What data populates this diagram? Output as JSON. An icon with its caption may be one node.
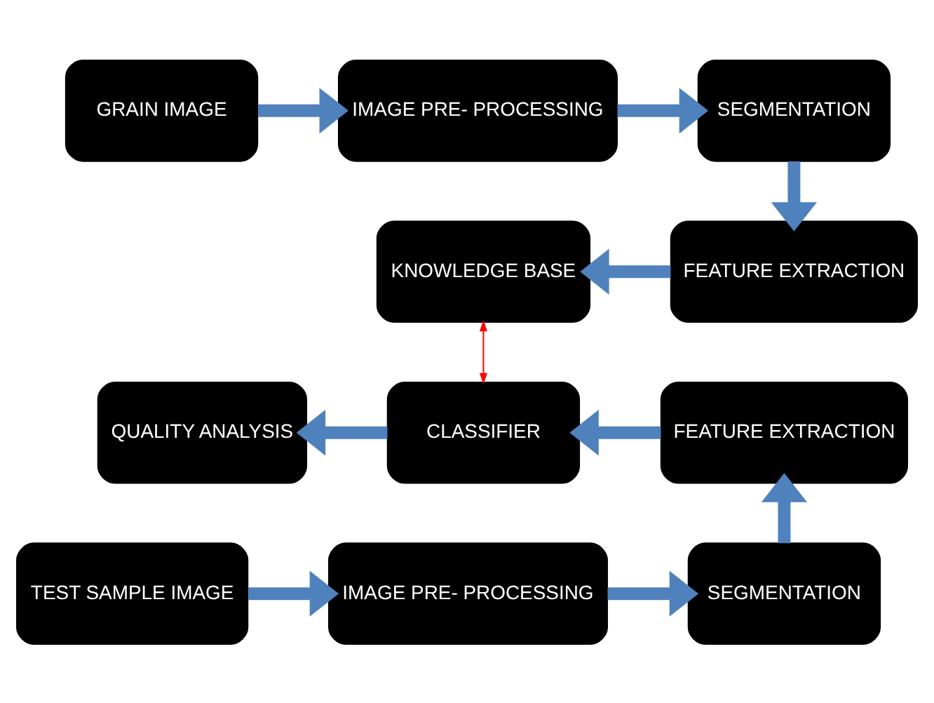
{
  "diagram": {
    "nodes": [
      {
        "text": [
          "GRAIN IMAGE"
        ]
      },
      {
        "text": [
          "IMAGE PRE- PROCESSING"
        ]
      },
      {
        "text": [
          "SEGMENTATION"
        ]
      },
      {
        "text": [
          "FEATURE EXTRACTION"
        ]
      },
      {
        "text": [
          "KNOWLEDGE BASE"
        ]
      },
      {
        "text": [
          "QUALITY ANALYSIS"
        ]
      },
      {
        "text": [
          "CLASSIFIER"
        ]
      },
      {
        "text": [
          "FEATURE EXTRACTION"
        ]
      },
      {
        "text": [
          "TEST SAMPLE IMAGE"
        ]
      },
      {
        "text": [
          "IMAGE PRE- PROCESSING"
        ]
      },
      {
        "text": [
          "SEGMENTATION"
        ]
      }
    ],
    "edges": [
      {
        "from": 0,
        "to": 1,
        "arrow": "to"
      },
      {
        "from": 1,
        "to": 2,
        "arrow": "to"
      },
      {
        "from": 2,
        "to": 3,
        "arrow": "to"
      },
      {
        "from": 3,
        "to": 4,
        "arrow": "to"
      },
      {
        "from": 4,
        "to": 6,
        "arrow": "both",
        "color": "#ff0000"
      },
      {
        "from": 6,
        "to": 5,
        "arrow": "to"
      },
      {
        "from": 7,
        "to": 6,
        "arrow": "to"
      },
      {
        "from": 8,
        "to": 9,
        "arrow": "to"
      },
      {
        "from": 9,
        "to": 10,
        "arrow": "to"
      },
      {
        "from": 10,
        "to": 7,
        "arrow": "to"
      }
    ]
  }
}
